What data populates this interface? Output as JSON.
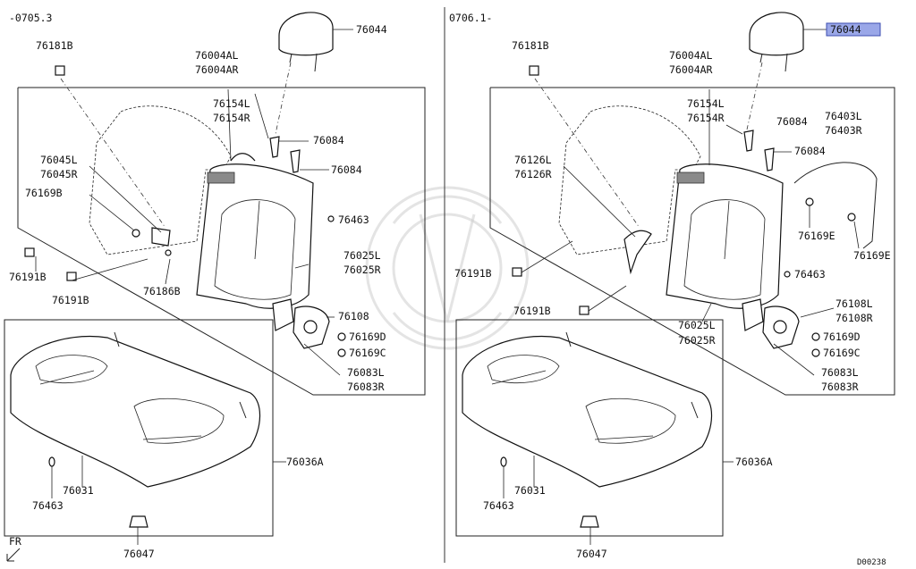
{
  "left": {
    "period": "-0705.3",
    "labels": {
      "p76044": "76044",
      "p76181B": "76181B",
      "p76004": [
        "76004AL",
        "76004AR"
      ],
      "p76154": [
        "76154L",
        "76154R"
      ],
      "p76084a": "76084",
      "p76084b": "76084",
      "p76045": [
        "76045L",
        "76045R"
      ],
      "p76169B": "76169B",
      "p76463a": "76463",
      "p76025": [
        "76025L",
        "76025R"
      ],
      "p76191B_a": "76191B",
      "p76191B_b": "76191B",
      "p76186B": "76186B",
      "p76108": "76108",
      "p76169D": "76169D",
      "p76169C": "76169C",
      "p76083": [
        "76083L",
        "76083R"
      ],
      "p76036A": "76036A",
      "p76031": "76031",
      "p76463b": "76463",
      "p76047": "76047"
    }
  },
  "right": {
    "period": "0706.1-",
    "highlighted": "76044",
    "labels": {
      "p76181B": "76181B",
      "p76004": [
        "76004AL",
        "76004AR"
      ],
      "p76154": [
        "76154L",
        "76154R"
      ],
      "p76084a": "76084",
      "p76084b": "76084",
      "p76403": [
        "76403L",
        "76403R"
      ],
      "p76126": [
        "76126L",
        "76126R"
      ],
      "p76169E_a": "76169E",
      "p76169E_b": "76169E",
      "p76463a": "76463",
      "p76191B_a": "76191B",
      "p76191B_b": "76191B",
      "p76108": [
        "76108L",
        "76108R"
      ],
      "p76169D": "76169D",
      "p76169C": "76169C",
      "p76025": [
        "76025L",
        "76025R"
      ],
      "p76083": [
        "76083L",
        "76083R"
      ],
      "p76036A": "76036A",
      "p76031": "76031",
      "p76463b": "76463",
      "p76047": "76047"
    }
  },
  "footer": {
    "front_indicator": "FR",
    "diagram_code": "D00238"
  },
  "colors": {
    "highlight_fill": "#9aa7e8",
    "highlight_stroke": "#3d4db0",
    "line": "#222222"
  }
}
